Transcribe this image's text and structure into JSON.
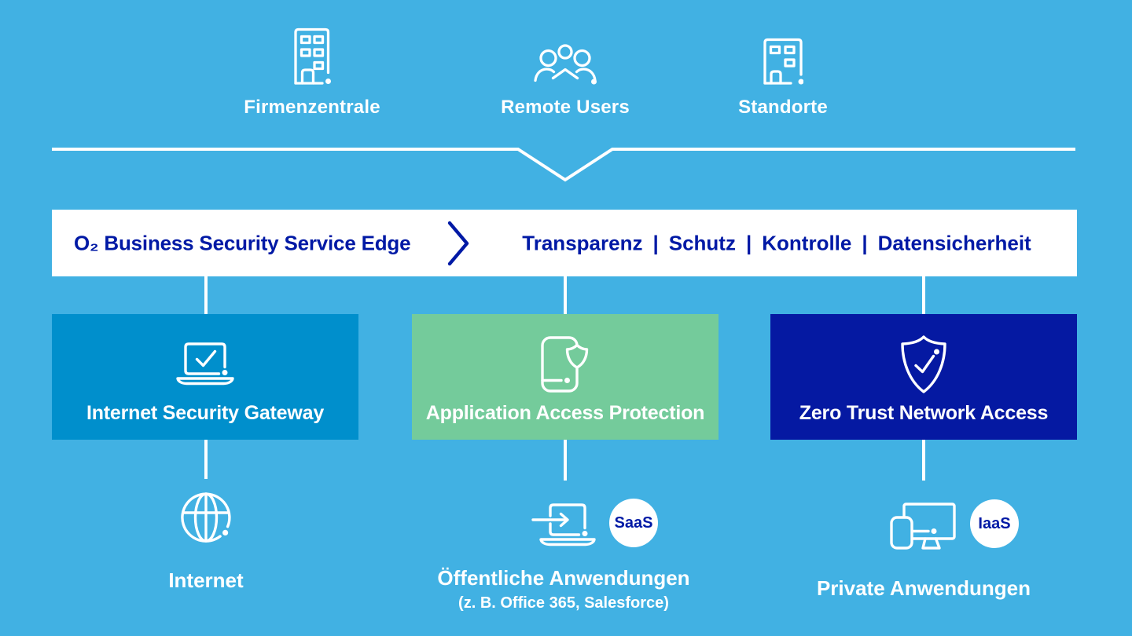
{
  "colors": {
    "background": "#41B1E3",
    "banner_background": "#FFFFFF",
    "brand_navy": "#0019A5",
    "gateway_box": "#008FCC",
    "aap_box": "#74CB9B",
    "ztna_box": "#0519A2",
    "line_white": "#FFFFFF"
  },
  "sources": [
    {
      "label": "Firmenzentrale",
      "icon": "building-icon"
    },
    {
      "label": "Remote Users",
      "icon": "users-icon"
    },
    {
      "label": "Standorte",
      "icon": "branch-building-icon"
    }
  ],
  "banner": {
    "product": "O₂ Business Security Service Edge",
    "separator": "|",
    "benefits": [
      "Transparenz",
      "Schutz",
      "Kontrolle",
      "Datensicherheit"
    ],
    "chevron_icon": "chevron-right-icon"
  },
  "services": [
    {
      "label": "Internet Security Gateway",
      "icon": "laptop-check-icon",
      "color": "#008FCC"
    },
    {
      "label": "Application Access Protection",
      "icon": "phone-shield-icon",
      "color": "#74CB9B"
    },
    {
      "label": "Zero Trust Network Access",
      "icon": "shield-check-icon",
      "color": "#0519A2"
    }
  ],
  "destinations": [
    {
      "label": "Internet",
      "icon": "globe-icon"
    },
    {
      "label": "Öffentliche Anwendungen",
      "sublabel": "(z. B. Office 365, Salesforce)",
      "badge": "SaaS",
      "icon": "laptop-arrow-icon"
    },
    {
      "label": "Private Anwendungen",
      "badge": "IaaS",
      "icon": "devices-icon"
    }
  ]
}
